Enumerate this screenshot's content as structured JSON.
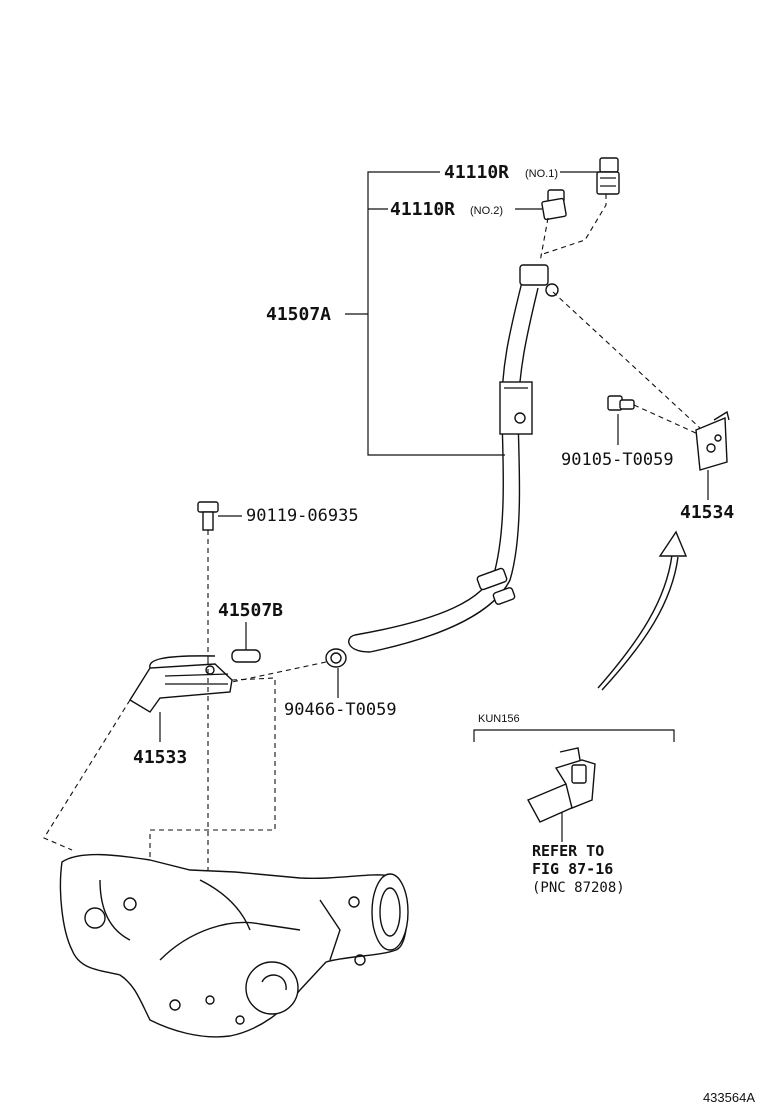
{
  "parts": {
    "hose_no1": {
      "number": "41110R",
      "suffix": "(NO.1)"
    },
    "hose_no2": {
      "number": "41110R",
      "suffix": "(NO.2)"
    },
    "tube_a": "41507A",
    "bolt_upper": "90105-T0059",
    "bracket_right": "41534",
    "bolt_left": "90119-06935",
    "tube_b": "41507B",
    "clip": "90466-T0059",
    "bracket_left": "41533"
  },
  "variant": {
    "model_code": "KUN156",
    "refer_line1": "REFER TO",
    "refer_line2": "FIG 87-16",
    "refer_line3": "(PNC 87208)"
  },
  "illustration_id": "433564A"
}
